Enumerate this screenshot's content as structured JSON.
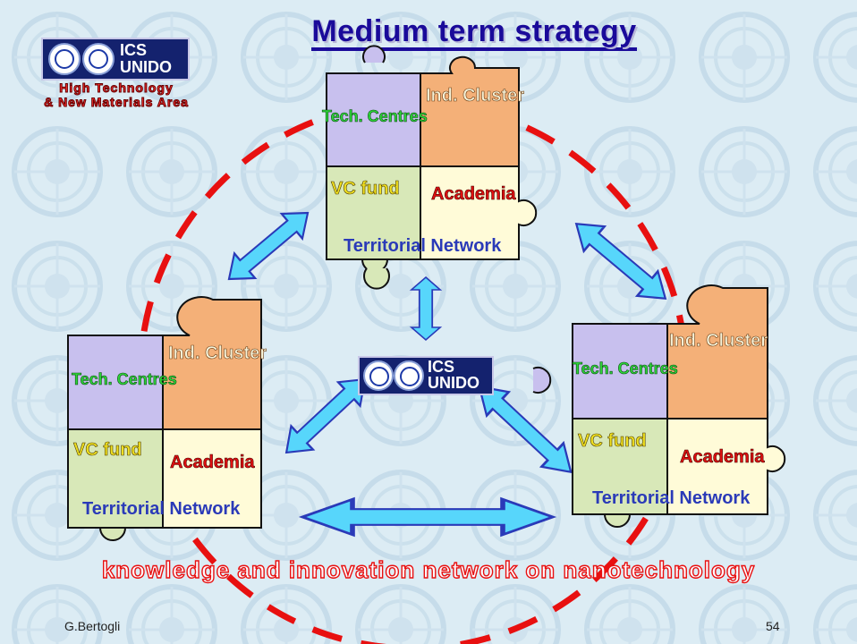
{
  "title": "Medium term strategy",
  "logo": {
    "line1": "ICS",
    "line2": "UNIDO"
  },
  "area": {
    "line1": "High Technology",
    "line2": "& New Materials Area"
  },
  "puzzle_labels": {
    "tech_centres": "Tech. Centres",
    "ind_cluster": "Ind. Cluster",
    "vc_fund": "VC fund",
    "academia": "Academia",
    "territorial_network": "Territorial Network"
  },
  "tagline": "knowledge and innovation network on nanotechnology",
  "footer": {
    "author": "G.Bertogli",
    "page": "54"
  },
  "colors": {
    "title": "#1a0a9a",
    "tech_centres": "#c8c0ee",
    "ind_cluster": "#f4b078",
    "vc_fund": "#d8e8b8",
    "academia": "#fffbd8",
    "arrow": "#57d6fb",
    "arrow_border": "#2a3ab8",
    "dashed_circle": "#e81010"
  }
}
